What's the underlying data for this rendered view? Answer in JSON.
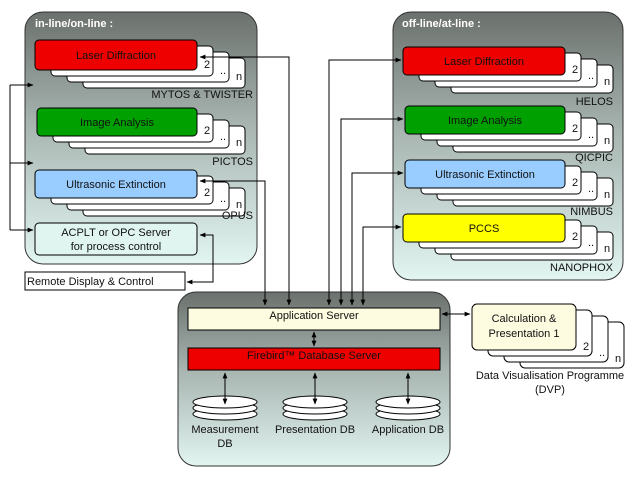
{
  "online": {
    "title": "in-line/on-line :",
    "instruments": [
      {
        "name": "Laser Diffraction",
        "product": "MYTOS & TWISTER",
        "color": "#ee0000"
      },
      {
        "name": "Image Analysis",
        "product": "PICTOS",
        "color": "#00a000"
      },
      {
        "name": "Ultrasonic Extinction",
        "product": "OPUS",
        "color": "#99ccff"
      }
    ],
    "server": {
      "line1": "ACPLT or  OPC Server",
      "line2": "for process control"
    }
  },
  "offline": {
    "title": "off-line/at-line :",
    "instruments": [
      {
        "name": "Laser Diffraction",
        "product": "HELOS",
        "color": "#ee0000"
      },
      {
        "name": "Image Analysis",
        "product": "QICPIC",
        "color": "#00a000"
      },
      {
        "name": "Ultrasonic Extinction",
        "product": "NIMBUS",
        "color": "#99ccff"
      },
      {
        "name": "PCCS",
        "product": "NANOPHOX",
        "color": "#ffff00"
      }
    ]
  },
  "stack_labels": [
    "2",
    "..",
    "n"
  ],
  "remote": "Remote Display & Control",
  "server": {
    "app": "Application Server",
    "db": "Firebird™ Database Server",
    "dbs": [
      {
        "l1": "Measurement",
        "l2": "DB"
      },
      {
        "l1": "Presentation DB",
        "l2": ""
      },
      {
        "l1": "Application DB",
        "l2": ""
      }
    ]
  },
  "dvp": {
    "l1": "Calculation &",
    "l2": "Presentation 1",
    "caption1": "Data Visualisation Programme",
    "caption2": "(DVP)"
  }
}
